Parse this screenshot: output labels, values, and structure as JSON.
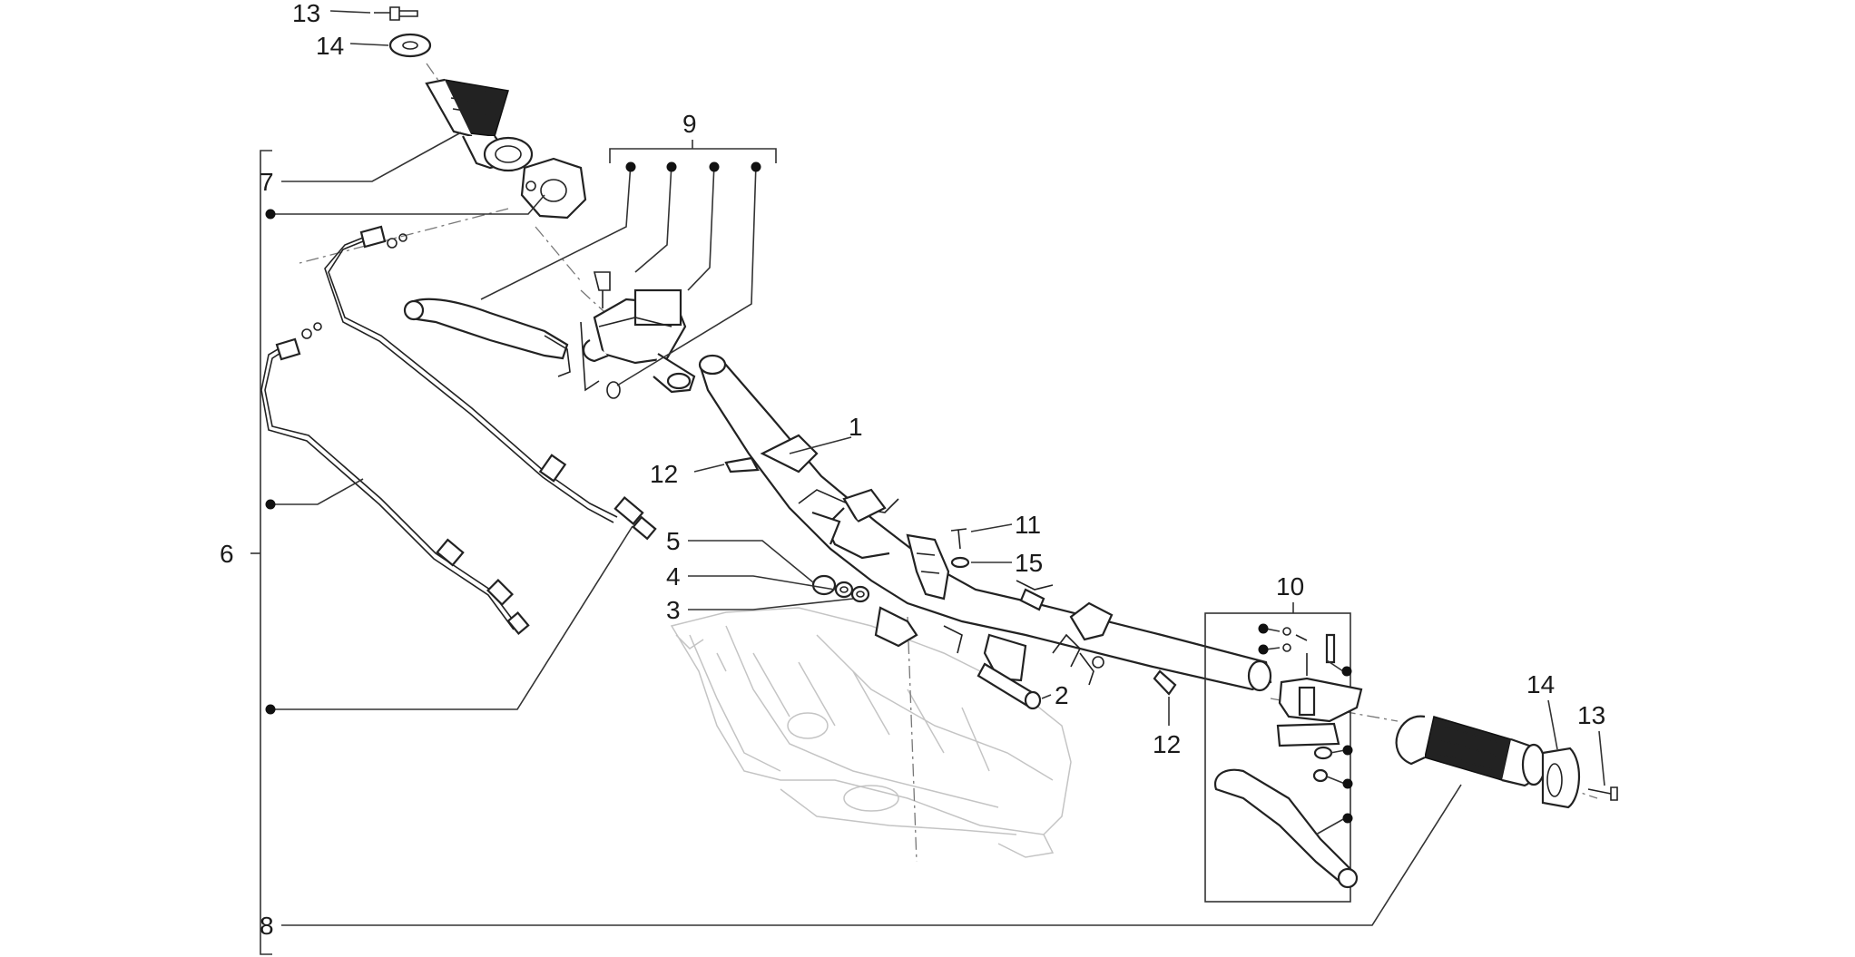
{
  "diagram": {
    "type": "exploded parts diagram",
    "subject": "handlebar assembly with controls",
    "callouts": {
      "c1": "1",
      "c2": "2",
      "c3": "3",
      "c4": "4",
      "c5": "5",
      "c6": "6",
      "c7": "7",
      "c8": "8",
      "c9": "9",
      "c10": "10",
      "c11": "11",
      "c12a": "12",
      "c12b": "12",
      "c13a": "13",
      "c13b": "13",
      "c14a": "14",
      "c14b": "14",
      "c15": "15"
    }
  }
}
